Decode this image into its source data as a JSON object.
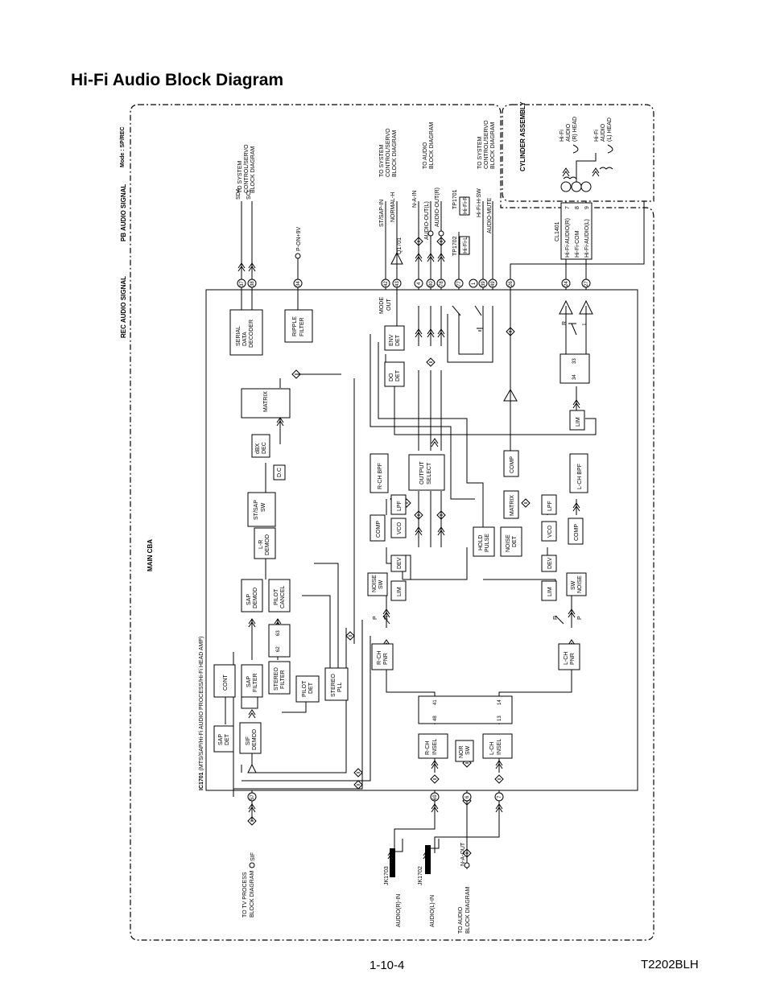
{
  "page": {
    "title": "Hi-Fi Audio Block Diagram",
    "page_number": "1-10-4",
    "model": "T2202BLH"
  },
  "diagram": {
    "mode_note": "Mode : SP/REC",
    "legend": {
      "rec": "REC AUDIO SIGNAL",
      "pb": "PB AUDIO SIGNAL"
    },
    "main_cba": "MAIN CBA",
    "cylinder": "CYLINDER ASSEMBLY",
    "ic": {
      "id": "IC1701",
      "desc": "(MTS/SAP/Hi-Fi AUDIO PROCESS/Hi-Fi HEAD AMP)"
    },
    "blocks": {
      "sap_det": [
        "SAP",
        "DET"
      ],
      "sif_demod": [
        "SIF",
        "DEMOD"
      ],
      "cont": [
        "CONT"
      ],
      "sap_filter": [
        "SAP",
        "FILTER"
      ],
      "stereo_filter": [
        "STEREO",
        "FILTER"
      ],
      "pilot_det": [
        "PILOT",
        "DET"
      ],
      "stereo_pll": [
        "STEREO",
        "PLL"
      ],
      "sap_demod": [
        "SAP",
        "DEMOD"
      ],
      "pilot_cancel": [
        "PILOT",
        "CANCEL"
      ],
      "lr_demod": [
        "L-R",
        "DEMOD"
      ],
      "st_sap_sw": [
        "ST/SAP",
        "SW"
      ],
      "dc": [
        "D.C"
      ],
      "dbx_dec": [
        "dBX",
        "DEC"
      ],
      "matrix_top": [
        "MATRIX"
      ],
      "serial": [
        "SERIAL",
        "DATA",
        "DECODER"
      ],
      "ripple": [
        "RIPPLE",
        "FILTER"
      ],
      "do_det": [
        "DO",
        "DET"
      ],
      "env_det": [
        "ENV",
        "DET"
      ],
      "r_ch_bpf": [
        "R-CH BPF"
      ],
      "output_select": [
        "OUTPUT",
        "SELECT"
      ],
      "comp_r": [
        "COMP"
      ],
      "lpf_r": [
        "LPF"
      ],
      "vco_r": [
        "VCO"
      ],
      "dev_r": [
        "DEV"
      ],
      "noise_sw_r": [
        "NOISE",
        "SW"
      ],
      "lim_r": [
        "LIM"
      ],
      "r_ch_pnr": [
        "R-CH",
        "PNR"
      ],
      "hold_pulse": [
        "HOLD",
        "PULSE"
      ],
      "noise_det": [
        "NOISE",
        "DET"
      ],
      "matrix_mid": [
        "MATRIX"
      ],
      "comp_mid": [
        "COMP"
      ],
      "l_ch_bpf": [
        "L-CH BPF"
      ],
      "lpf_l": [
        "LPF"
      ],
      "vco_l": [
        "VCO"
      ],
      "comp_l": [
        "COMP"
      ],
      "dev_l": [
        "DEV"
      ],
      "lim_l": [
        "LIM"
      ],
      "sw_noise_l": [
        "SW",
        "NOISE"
      ],
      "l_ch_pnr": [
        "L-CH",
        "PNR"
      ],
      "lim_top": [
        "LIM"
      ],
      "r_ch_insel": [
        "R-CH",
        "INSEL"
      ],
      "nor_sw": [
        "NOR",
        "SW"
      ],
      "l_ch_insel": [
        "L-CH",
        "INSEL"
      ]
    },
    "pins": {
      "p37": "37",
      "p38": "38",
      "p34": "34",
      "p42": "42",
      "p43": "43",
      "p4": "4",
      "p80": "80",
      "p78": "78",
      "p77": "77",
      "p1": "1",
      "p39": "39",
      "p49": "49",
      "p26": "26",
      "p24": "24",
      "p27": "27",
      "p33": "33",
      "p34b": "34",
      "p57": "57",
      "p69": "69",
      "p6": "6",
      "p7": "7",
      "p48": "48",
      "p41": "41",
      "p13": "13",
      "p14": "14",
      "p62": "62",
      "p63": "63"
    },
    "connectors": {
      "cl1401": "CL1401",
      "cl_pins": [
        "7",
        "8",
        "9"
      ],
      "cl_signals": [
        "Hi-Fi-AUDIO(R)",
        "Hi-Fi-COM",
        "Hi-Fi-AUDIO(L)"
      ],
      "jk1703": "JK1703",
      "jk1702": "JK1702",
      "q1701": "Q1701",
      "tp1701": "TP1701",
      "tp1702": "TP1702",
      "hifi_r": "Hi-Fi-R",
      "hifi_l": "Hi-Fi-L"
    },
    "heads": {
      "r": [
        "Hi-Fi",
        "AUDIO",
        "(R) HEAD"
      ],
      "l": [
        "Hi-Fi",
        "AUDIO",
        "(L) HEAD"
      ]
    },
    "signals": {
      "sda": "SDA",
      "scl": "SCL",
      "pon": "P-ON+9V",
      "stsap": "ST/SAP-IN",
      "normal": "NORMAL-H",
      "nain": "N-A-IN",
      "aol": "AUDIO-OUT(L)",
      "aor": "AUDIO-OUT(R)",
      "hifisw": "Hi-Fi-H-SW",
      "amute": "AUDIO-MUTE",
      "mode_out": [
        "MODE",
        "OUT"
      ],
      "sif": "SIF",
      "audio_r_in": "AUDIO(R)-IN",
      "audio_l_in": "AUDIO(L)-IN",
      "naout": "N-A-OUT",
      "p": "P",
      "r": "R",
      "l": "L"
    },
    "destinations": {
      "syscon1": [
        "TO SYSTEM",
        "CONTROL/SERVO",
        "BLOCK DIAGRAM"
      ],
      "syscon2": [
        "TO SYSTEM",
        "CONTROL/SERVO",
        "BLOCK DIAGRAM"
      ],
      "audio1": [
        "TO AUDIO",
        "BLOCK DIAGRAM"
      ],
      "syscon3": [
        "TO SYSTEM",
        "CONTROL/SERVO",
        "BLOCK DIAGRAM"
      ],
      "tvproc": [
        "TO TV PROCESS",
        "BLOCK DIAGRAM"
      ],
      "audio2": [
        "TO AUDIO",
        "BLOCK DIAGRAM"
      ]
    }
  }
}
